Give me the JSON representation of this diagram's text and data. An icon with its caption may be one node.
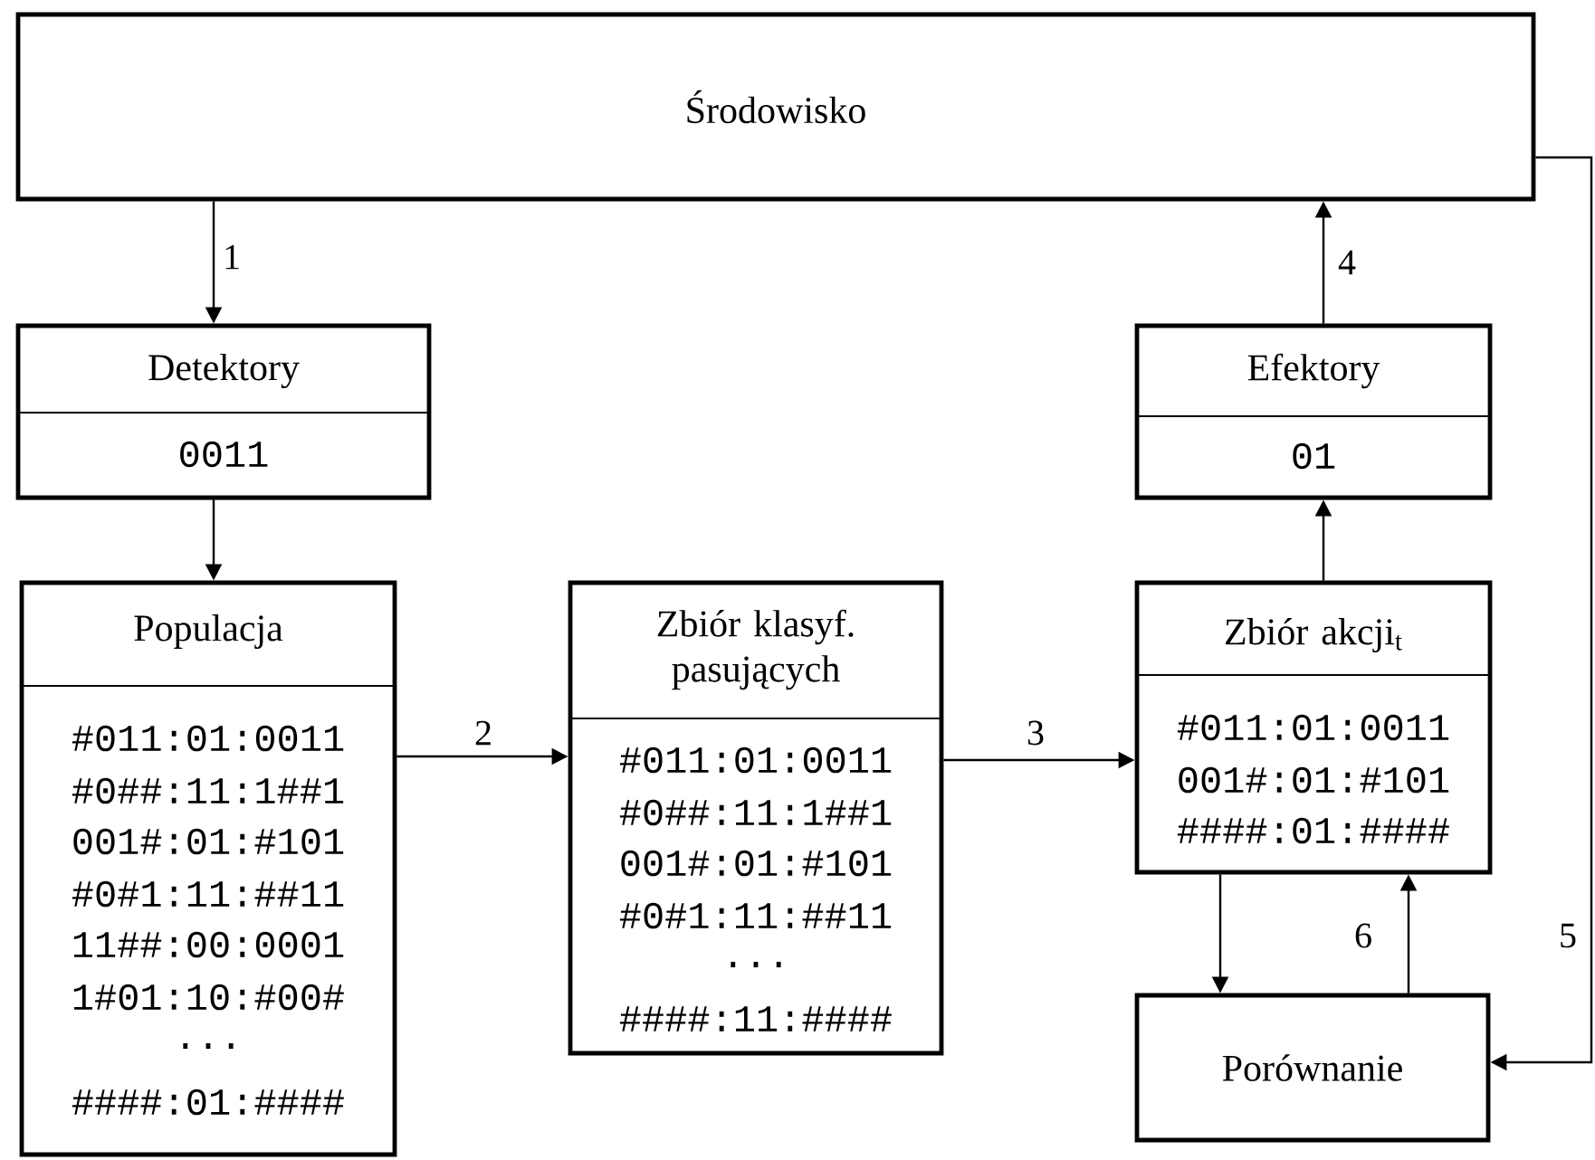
{
  "diagram": {
    "nodes": [
      {
        "text": [
          "Środowisko"
        ]
      },
      {
        "text": [
          "Detektory",
          "0011"
        ]
      },
      {
        "text": [
          "Efektory",
          "01"
        ]
      },
      {
        "text": [
          "Populacja",
          "#011:01:0011",
          "#0##:11:1##1",
          "001#:01:#101",
          "#0#1:11:##11",
          "11##:00:0001",
          "1#01:10:#00#",
          "...",
          "####:01:####"
        ]
      },
      {
        "text": [
          "Zbiór klasyf. pasujących",
          "#011:01:0011",
          "#0##:11:1##1",
          "001#:01:#101",
          "#0#1:11:##11",
          "...",
          "####:11:####"
        ]
      },
      {
        "text": [
          "Zbiór akcji$_{t}$",
          "#011:01:0011",
          "001#:01:#101",
          "####:01:####"
        ]
      },
      {
        "text": [
          "Porównanie"
        ]
      }
    ],
    "edges": [
      {
        "from": 0,
        "to": 1,
        "arrow": "to",
        "label": "1"
      },
      {
        "from": 1,
        "to": 3,
        "arrow": "to"
      },
      {
        "from": 3,
        "to": 4,
        "arrow": "to",
        "label": "2"
      },
      {
        "from": 4,
        "to": 5,
        "arrow": "to",
        "label": "3"
      },
      {
        "from": 5,
        "to": 2,
        "arrow": "to"
      },
      {
        "from": 2,
        "to": 0,
        "arrow": "to",
        "label": "4"
      },
      {
        "from": 5,
        "to": 6,
        "arrow": "to"
      },
      {
        "from": 6,
        "to": 5,
        "arrow": "to",
        "label": "6"
      },
      {
        "from": 0,
        "to": 6,
        "arrow": "to",
        "label": "5"
      }
    ]
  }
}
